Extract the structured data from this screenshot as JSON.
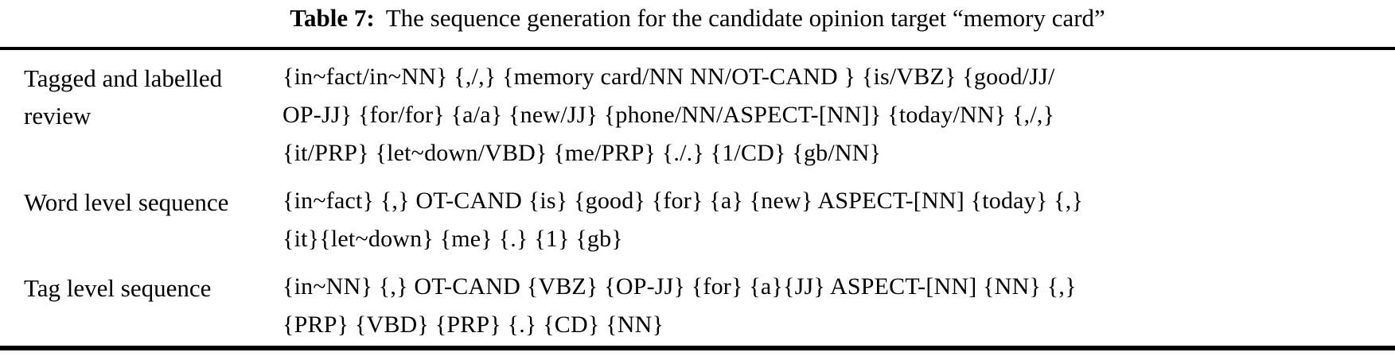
{
  "title": {
    "label": "Table 7:",
    "caption": "The sequence generation for the candidate opinion target “memory card”"
  },
  "table": {
    "rows": [
      {
        "header": "Tagged and labelled review",
        "content_lines": [
          "{in~fact/in~NN} {,/,} {memory card/NN NN/OT-CAND } {is/VBZ} {good/JJ/",
          "OP-JJ} {for/for} {a/a} {new/JJ} {phone/NN/ASPECT-[NN]} {today/NN} {,/,}",
          "{it/PRP} {let~down/VBD} {me/PRP} {./.} {1/CD} {gb/NN}"
        ]
      },
      {
        "header": "Word level sequence",
        "content_lines": [
          "{in~fact} {,} OT-CAND {is} {good} {for} {a} {new} ASPECT-[NN] {today} {,}",
          "{it}{let~down} {me} {.} {1} {gb}"
        ]
      },
      {
        "header": "Tag level sequence",
        "content_lines": [
          "{in~NN} {,} OT-CAND {VBZ} {OP-JJ} {for} {a}{JJ} ASPECT-[NN] {NN} {,}",
          "{PRP} {VBD} {PRP} {.} {CD} {NN}"
        ]
      }
    ]
  },
  "colors": {
    "text": "#000000",
    "background": "#ffffff",
    "rule": "#000000"
  }
}
